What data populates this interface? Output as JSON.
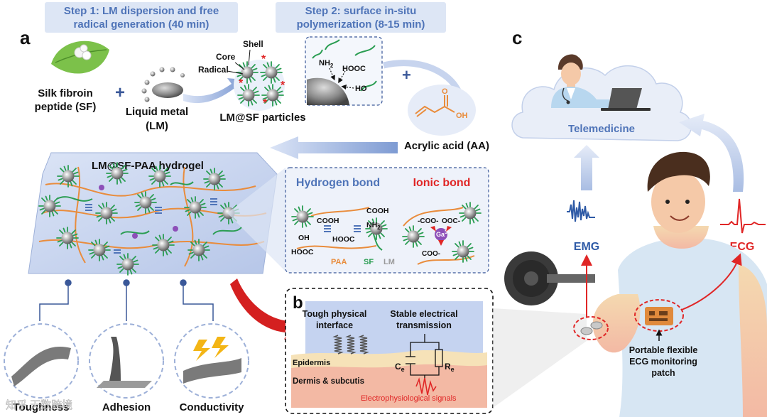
{
  "panels": {
    "a": "a",
    "b": "b",
    "c": "c"
  },
  "step1": {
    "line1": "Step 1: LM dispersion and free",
    "line2": "radical generation (40 min)"
  },
  "step2": {
    "line1": "Step 2: surface in-situ",
    "line2": "polymerization (8-15 min)"
  },
  "reagents": {
    "sf_line1": "Silk fibroin",
    "sf_line2": "peptide (SF)",
    "lm_line1": "Liquid metal",
    "lm_line2": "(LM)",
    "particles": "LM@SF particles",
    "aa": "Acrylic acid (AA)",
    "oh": "OH",
    "o": "O"
  },
  "particle_labels": {
    "core": "Core",
    "shell": "Shell",
    "radical": "Radical"
  },
  "inset_groups": {
    "nh2": "NH",
    "nh2_sub": "2",
    "hooc": "HOOC",
    "ho": "HO"
  },
  "hydrogel": {
    "title": "LM@SF-PAA hydrogel"
  },
  "bonds": {
    "hbond_title": "Hydrogen bond",
    "ionic_title": "Ionic bond",
    "cooh1": "COOH",
    "cooh2": "COOH",
    "nh2": "NH",
    "nh2_sub": "2",
    "hooc1": "HOOC",
    "hooc2": "HOOC",
    "oh": "OH",
    "paa": "PAA",
    "sf": "SF",
    "lm": "LM",
    "coo1": "COO",
    "coo2": "OOC",
    "coo3": "COO",
    "ga": "Ga",
    "ga_sup": "3+"
  },
  "properties": [
    "Toughness",
    "Adhesion",
    "Conductivity"
  ],
  "panel_b": {
    "tough_l1": "Tough physical",
    "tough_l2": "interface",
    "stable_l1": "Stable electrical",
    "stable_l2": "transmission",
    "epidermis": "Epidermis",
    "dermis": "Dermis & subcutis",
    "signals": "Electrophysiological signals",
    "ce": "C",
    "ce_sub": "e",
    "re": "R",
    "re_sub": "e"
  },
  "panel_c": {
    "telemedicine": "Telemedicine",
    "emg": "EMG",
    "ecg": "ECG",
    "patch_l1": "Portable flexible",
    "patch_l2": "ECG monitoring",
    "patch_l3": "patch"
  },
  "watermark": "知乎 天数跨境",
  "colors": {
    "step_bg": "#dde6f5",
    "step_text": "#4f74b8",
    "navy": "#3a5899",
    "orange": "#e98c3c",
    "green": "#2a9d52",
    "red": "#e02626",
    "gel": "#c7d4ee"
  }
}
